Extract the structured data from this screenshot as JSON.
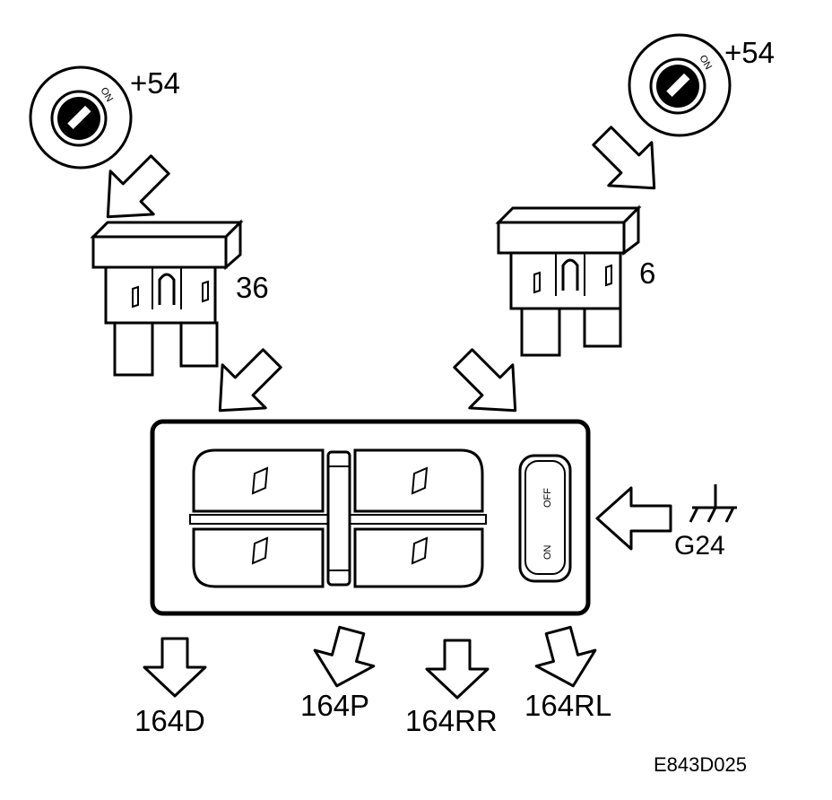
{
  "ignition_left": {
    "label": "+54",
    "switch_text": "ON"
  },
  "ignition_right": {
    "label": "+54",
    "switch_text": "ON"
  },
  "fuse_left": {
    "number": "36"
  },
  "fuse_right": {
    "number": "6"
  },
  "ground": {
    "label": "G24"
  },
  "lock_switch": {
    "off_text": "OFF",
    "on_text": "ON"
  },
  "outputs": [
    "164D",
    "164P",
    "164RR",
    "164RL"
  ],
  "figure_code": "E843D025"
}
